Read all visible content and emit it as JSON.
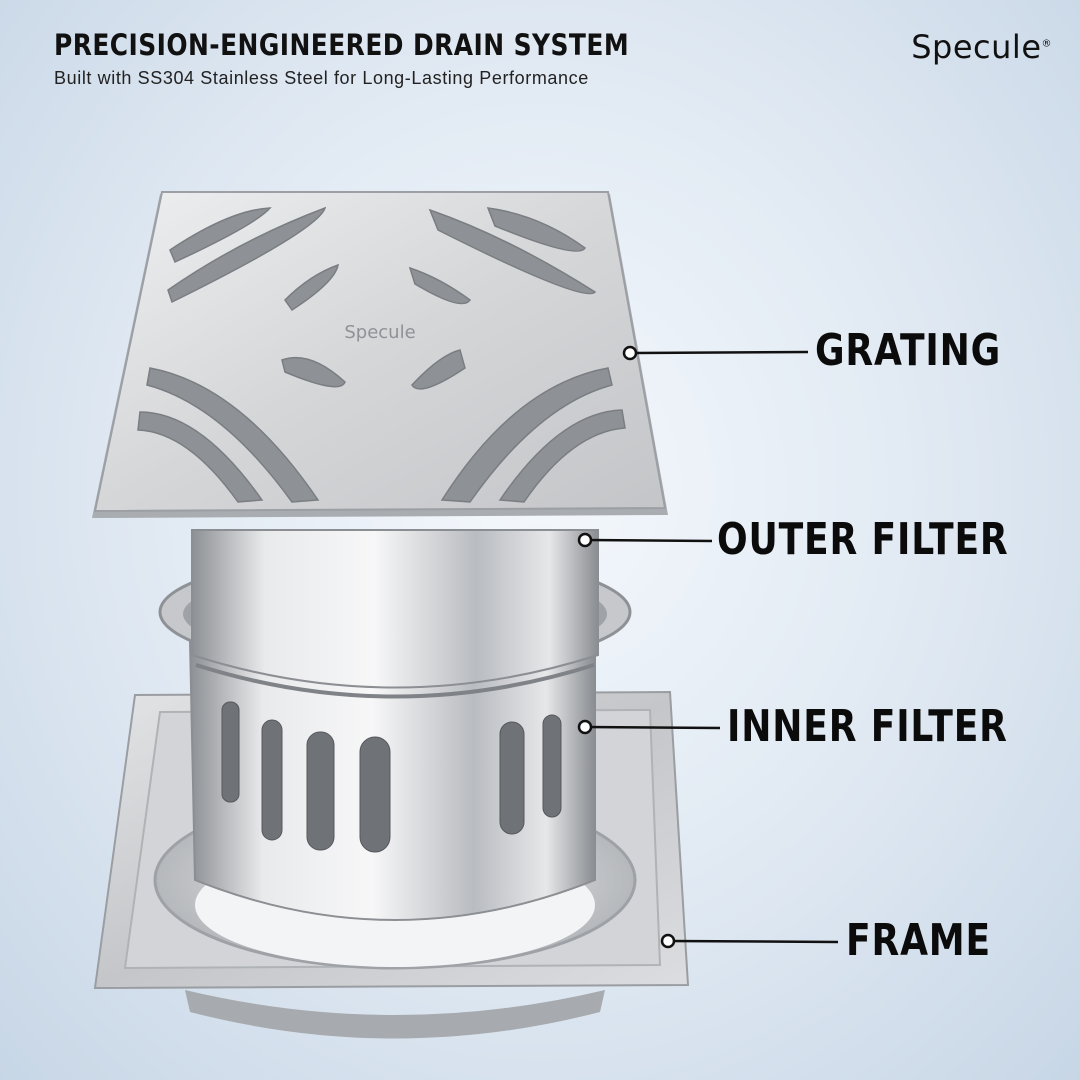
{
  "header": {
    "title": "PRECISION-ENGINEERED DRAIN SYSTEM",
    "subtitle": "Built with SS304 Stainless Steel for Long-Lasting Performance",
    "brand": "Specule",
    "brand_mark": "®"
  },
  "product": {
    "engraved_logo": "Specule"
  },
  "callouts": [
    {
      "id": "grating",
      "label": "GRATING"
    },
    {
      "id": "outer-filter",
      "label": "OUTER FILTER"
    },
    {
      "id": "inner-filter",
      "label": "INNER FILTER"
    },
    {
      "id": "frame",
      "label": "FRAME"
    }
  ],
  "colors": {
    "background": "#dfe8f2",
    "steel": "#c9cbce",
    "text": "#111111"
  }
}
